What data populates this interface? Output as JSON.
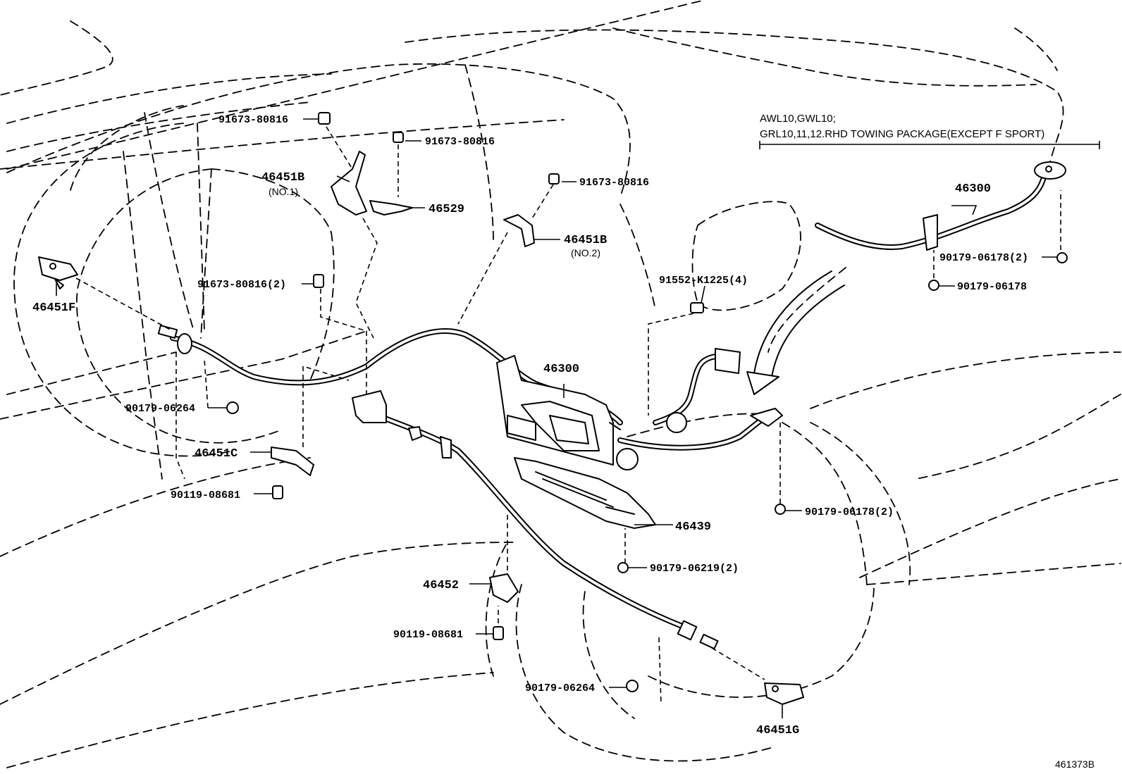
{
  "drawing_number": "461373B",
  "variant_note": {
    "line1": "AWL10,GWL10;",
    "line2": "GRL10,11,12.RHD TOWING PACKAGE(EXCEPT F SPORT)"
  },
  "labels": {
    "p_91673_80816_a": "91673-80816",
    "p_91673_80816_b": "91673-80816",
    "p_91673_80816_c": "91673-80816",
    "p_91673_80816_2": "91673-80816(2)",
    "p_46451b_no1": "46451B",
    "p_46451b_no1_sub": "(NO.1)",
    "p_46529": "46529",
    "p_46451b_no2": "46451B",
    "p_46451b_no2_sub": "(NO.2)",
    "p_46451f": "46451F",
    "p_90179_06264_a": "90179-06264",
    "p_46451c": "46451C",
    "p_90119_08681_a": "90119-08681",
    "p_91552_k1225": "91552-K1225(4)",
    "p_46300_main": "46300",
    "p_46300_alt": "46300",
    "p_90179_06178_2_alt": "90179-06178(2)",
    "p_90179_06178_alt": "90179-06178",
    "p_90179_06178_2": "90179-06178(2)",
    "p_46439": "46439",
    "p_90179_06219_2": "90179-06219(2)",
    "p_46452": "46452",
    "p_90119_08681_b": "90119-08681",
    "p_90179_06264_b": "90179-06264",
    "p_46451g": "46451G"
  }
}
